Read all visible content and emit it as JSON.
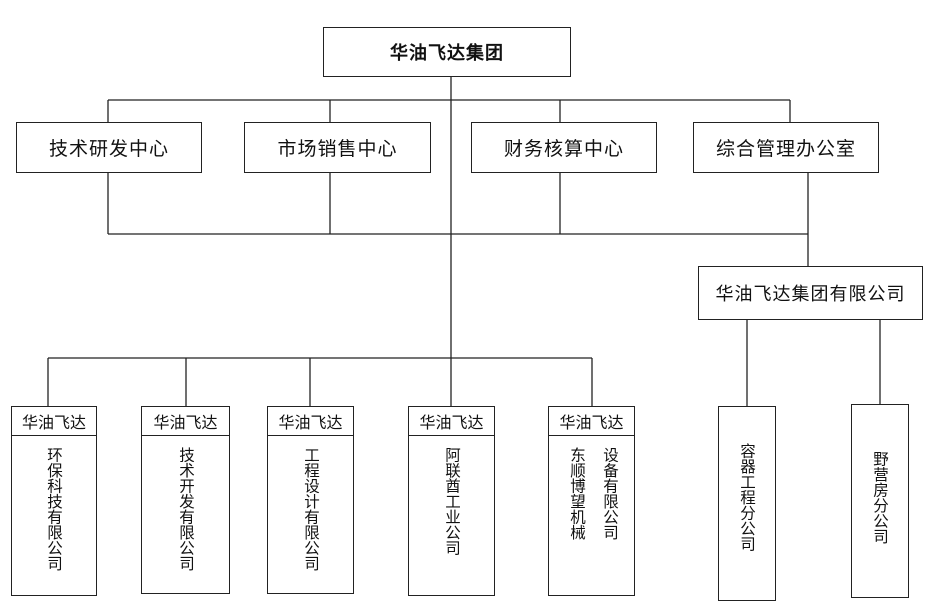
{
  "root": {
    "label": "华油飞达集团"
  },
  "departments": [
    {
      "label": "技术研发中心"
    },
    {
      "label": "市场销售中心"
    },
    {
      "label": "财务核算中心"
    },
    {
      "label": "综合管理办公室"
    }
  ],
  "company": {
    "label": "华油飞达集团有限公司"
  },
  "subsidiaries": [
    {
      "header": "华油飞达",
      "col1": "环保科技有限公司"
    },
    {
      "header": "华油飞达",
      "col1": "技术开发有限公司"
    },
    {
      "header": "华油飞达",
      "col1": "工程设计有限公司"
    },
    {
      "header": "华油飞达",
      "col1": "阿联酋工业公司"
    },
    {
      "header": "华油飞达",
      "col1": "东顺博望机械",
      "col2": "设备有限公司"
    }
  ],
  "branches": [
    {
      "label": "容器工程分公司"
    },
    {
      "label": "野营房分公司"
    }
  ]
}
